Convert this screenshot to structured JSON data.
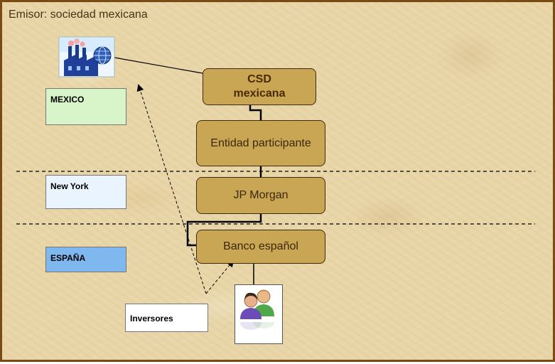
{
  "title": "Emisor: sociedad mexicana",
  "regions": {
    "mexico": "MEXICO",
    "new_york": "New York",
    "espana": "ESPAÑA",
    "inversores": "Inversores"
  },
  "nodes": {
    "csd_line1": "CSD",
    "csd_line2": "mexicana",
    "entidad": "Entidad participante",
    "jp_morgan": "JP Morgan",
    "banco": "Banco español"
  },
  "icons": {
    "issuer": "factory-globe-icon",
    "investors": "people-icon"
  },
  "colors": {
    "node_fill": "#c9a653",
    "mexico_fill": "#d7f5c8",
    "espana_fill": "#7fb8ee",
    "frame": "#7a4a12"
  }
}
